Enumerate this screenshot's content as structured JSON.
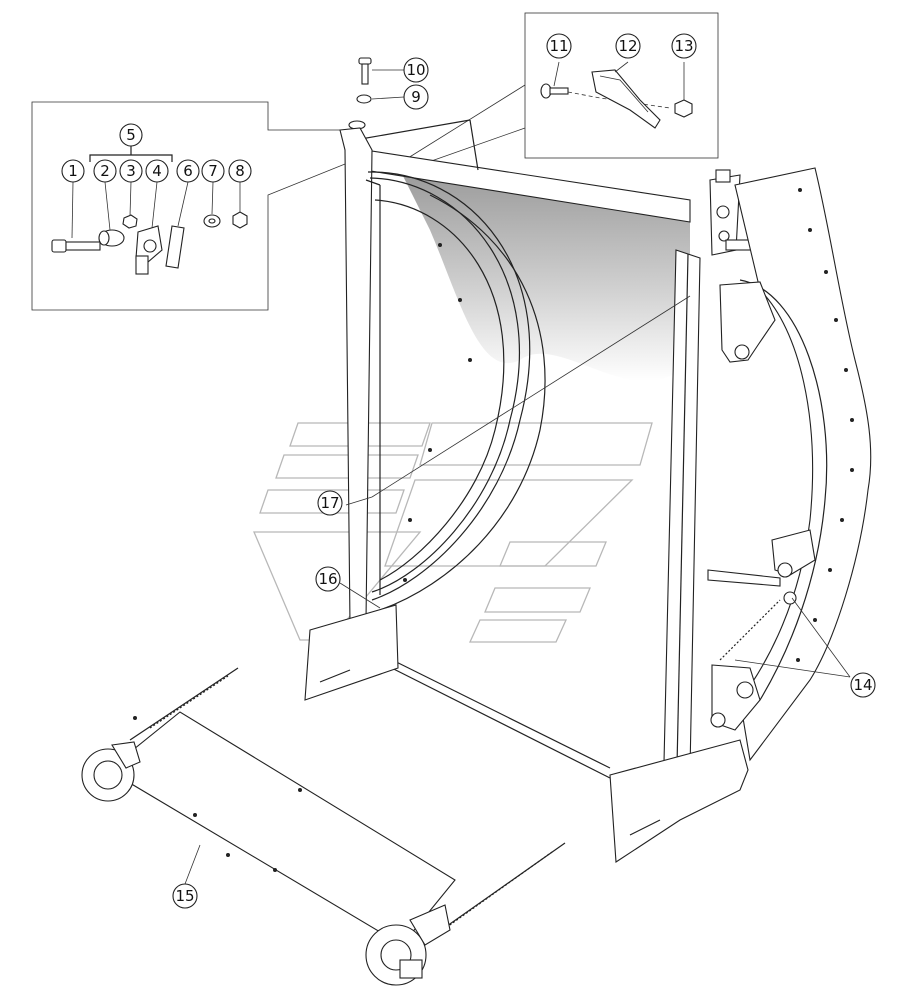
{
  "diagram": {
    "callouts": [
      {
        "id": "c1",
        "label": "1"
      },
      {
        "id": "c2",
        "label": "2"
      },
      {
        "id": "c3",
        "label": "3"
      },
      {
        "id": "c4",
        "label": "4"
      },
      {
        "id": "c5",
        "label": "5"
      },
      {
        "id": "c6",
        "label": "6"
      },
      {
        "id": "c7",
        "label": "7"
      },
      {
        "id": "c8",
        "label": "8"
      },
      {
        "id": "c9",
        "label": "9"
      },
      {
        "id": "c10",
        "label": "10"
      },
      {
        "id": "c11",
        "label": "11"
      },
      {
        "id": "c12",
        "label": "12"
      },
      {
        "id": "c13",
        "label": "13"
      },
      {
        "id": "c14",
        "label": "14"
      },
      {
        "id": "c15",
        "label": "15"
      },
      {
        "id": "c16",
        "label": "16"
      },
      {
        "id": "c17",
        "label": "17"
      }
    ],
    "colors": {
      "line": "#222222",
      "shade": "#c8c8c8",
      "watermark": "#b8b8b8"
    }
  }
}
